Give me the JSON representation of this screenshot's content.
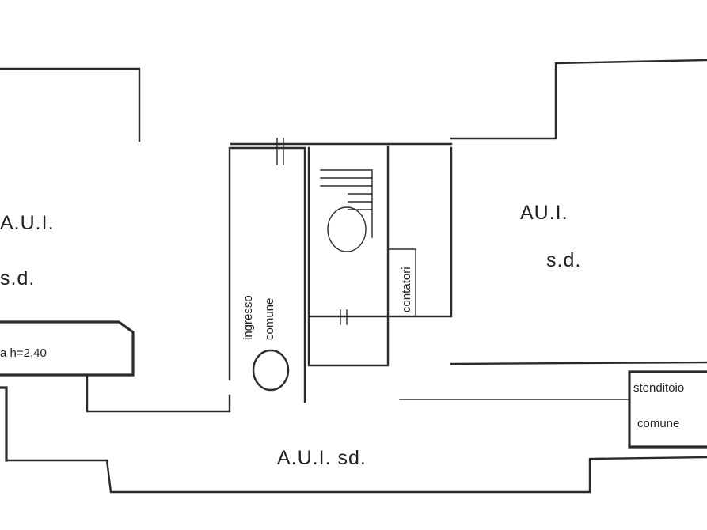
{
  "rooms": {
    "left_unit_title": "A.U.I.",
    "left_unit_sub": "s.d.",
    "right_unit_title": "AU.I.",
    "right_unit_sub": "s.d.",
    "bottom_unit": "A.U.I.  sd.",
    "left_small_room": "a  h=2,40",
    "entrance_line1": "ingresso",
    "entrance_line2": "comune",
    "counter_label": "contatori",
    "drying_line1": "stenditoio",
    "drying_line2": "comune"
  },
  "colors": {
    "ink": "#2b2b2b",
    "paper": "#ffffff"
  }
}
